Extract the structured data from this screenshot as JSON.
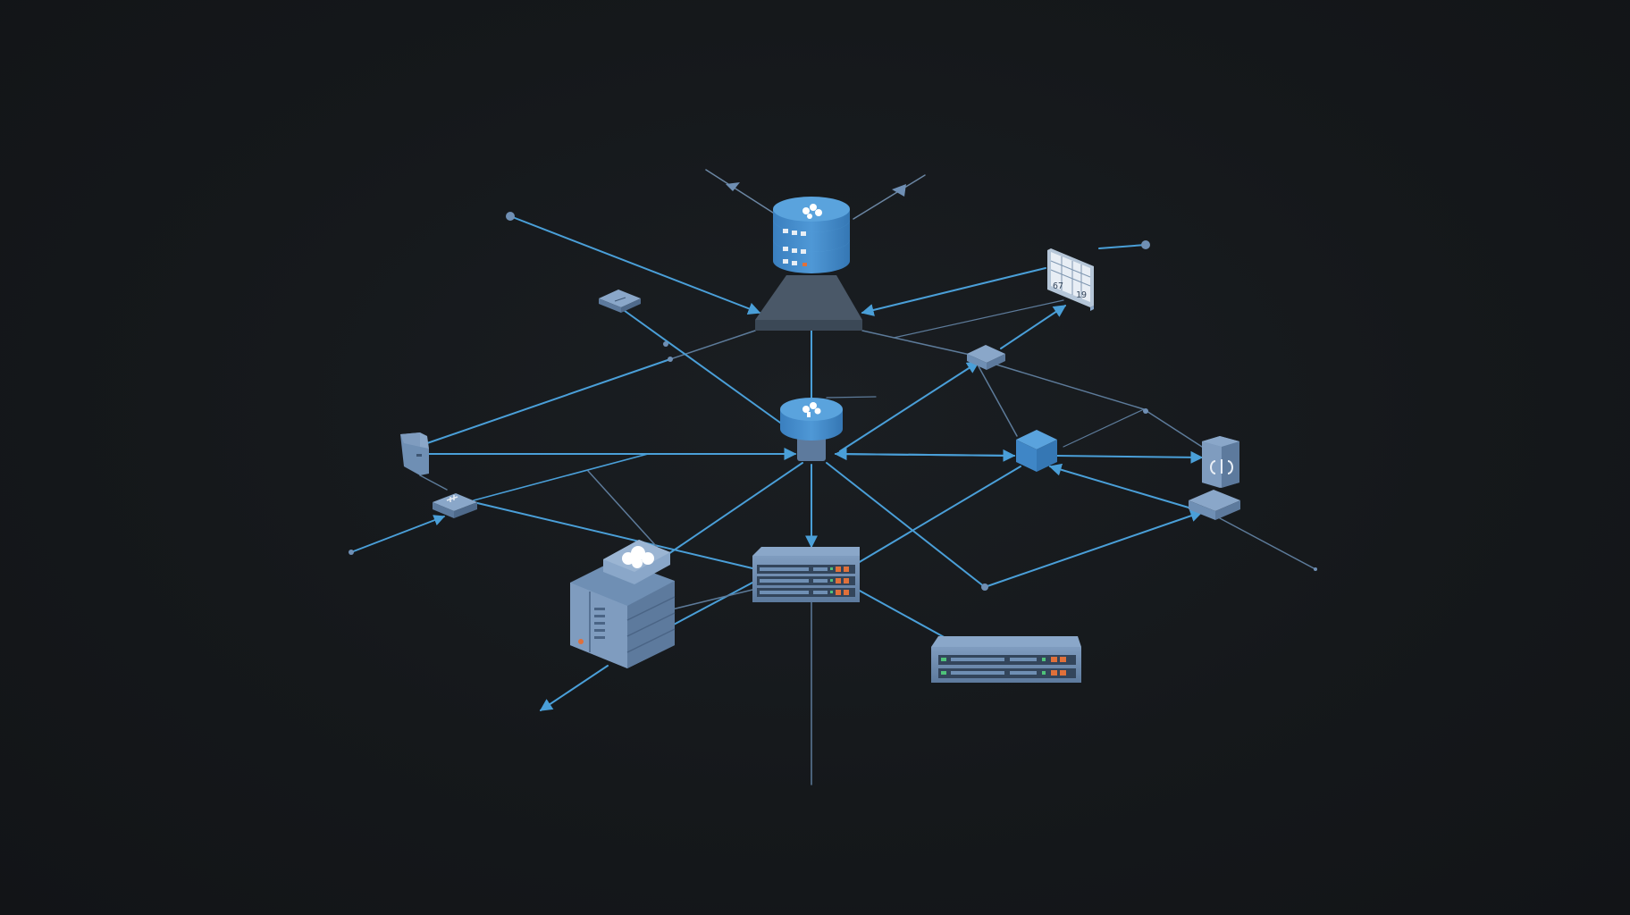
{
  "colors": {
    "background": "#131619",
    "link": "#4a9fd8",
    "link_dim": "#5d7b9a",
    "node_face": "#6f8fb4",
    "node_top": "#8aa7c9",
    "node_side": "#4f6a8b",
    "accent_blue": "#3f86c6",
    "led_orange": "#e0703a",
    "led_green": "#4fc27a"
  },
  "nodes": [
    {
      "id": "db-top",
      "icon": "database-cluster-icon"
    },
    {
      "id": "hub-center",
      "icon": "hub-router-icon"
    },
    {
      "id": "monitor",
      "icon": "monitor-icon",
      "screen_text_left": "67",
      "screen_text_right": "19"
    },
    {
      "id": "switch-center",
      "icon": "rack-switch-icon"
    },
    {
      "id": "switch-right",
      "icon": "rack-switch-icon"
    },
    {
      "id": "storage-server",
      "icon": "cloud-storage-server-icon"
    },
    {
      "id": "cube-node",
      "icon": "cube-icon"
    },
    {
      "id": "tower-right",
      "icon": "tower-server-icon"
    },
    {
      "id": "small-device-top-left",
      "icon": "small-device-icon"
    },
    {
      "id": "small-device-left",
      "icon": "small-device-icon"
    },
    {
      "id": "phone-left",
      "icon": "phone-device-icon"
    },
    {
      "id": "small-device-right",
      "icon": "small-device-icon"
    },
    {
      "id": "platform-right",
      "icon": "small-device-icon"
    }
  ]
}
